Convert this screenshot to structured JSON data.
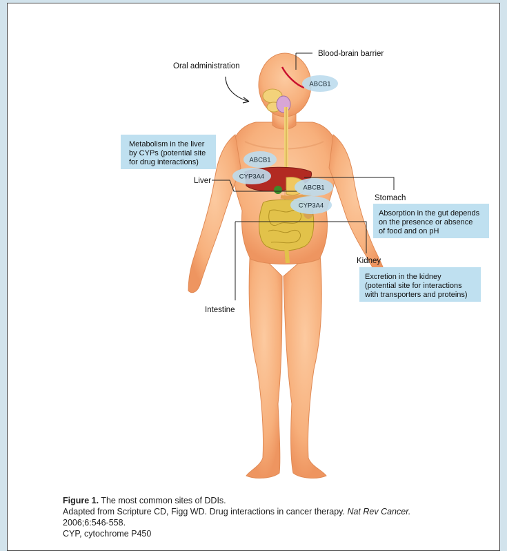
{
  "labels": {
    "oral_administration": "Oral administration",
    "blood_brain_barrier": "Blood-brain barrier",
    "liver": "Liver",
    "stomach": "Stomach",
    "kidney": "Kidney",
    "intestine": "Intestine"
  },
  "pills": {
    "abcb1_brain": "ABCB1",
    "abcb1_liver": "ABCB1",
    "cyp3a4_liver": "CYP3A4",
    "abcb1_gut": "ABCB1",
    "cyp3a4_gut": "CYP3A4"
  },
  "boxes": {
    "liver_metabolism": [
      "Metabolism in the liver",
      "by CYPs (potential site",
      "for drug interactions)"
    ],
    "gut_absorption": [
      "Absorption in the gut depends",
      "on the presence or absence",
      "of food and on pH"
    ],
    "kidney_excretion": [
      "Excretion in the kidney",
      "(potential site for interactions",
      "with transporters and proteins)"
    ]
  },
  "caption": {
    "figure_label": "Figure 1.",
    "title": " The most common sites of DDIs.",
    "source_pre": "Adapted from Scripture CD, Figg WD. Drug interactions in cancer therapy. ",
    "source_journal": "Nat Rev Cancer.",
    "source_year": "2006;6:546-558.",
    "abbreviation": "CYP, cytochrome P450"
  },
  "colors": {
    "skin": "#f9b98a",
    "skin_shadow": "#ee9a66",
    "pill": "#bcdced",
    "box": "#bfe0f0",
    "liver": "#b22a22",
    "intestine": "#e2c24a",
    "vessel": "#c8102e"
  }
}
